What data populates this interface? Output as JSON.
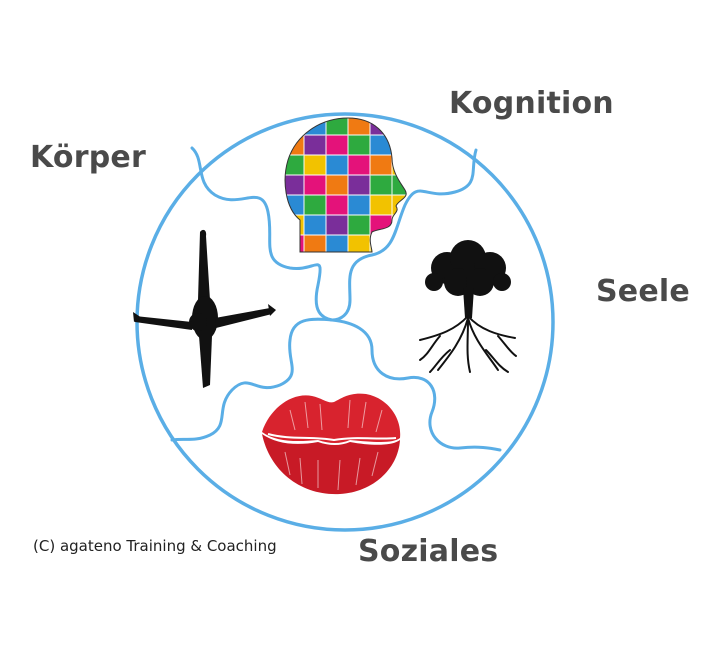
{
  "labels": {
    "koerper": "Körper",
    "kognition": "Kognition",
    "seele": "Seele",
    "soziales": "Soziales"
  },
  "copyright": "(C) agateno Training & Coaching",
  "colors": {
    "circle": "#5aaee6",
    "label_text": "#4a4a4a",
    "silhouette": "#111111",
    "lips": "#d8232e"
  },
  "icons": {
    "body": "dancer-silhouette-icon",
    "mind": "puzzle-head-icon",
    "soul": "tree-with-roots-icon",
    "social": "kiss-lips-icon"
  }
}
